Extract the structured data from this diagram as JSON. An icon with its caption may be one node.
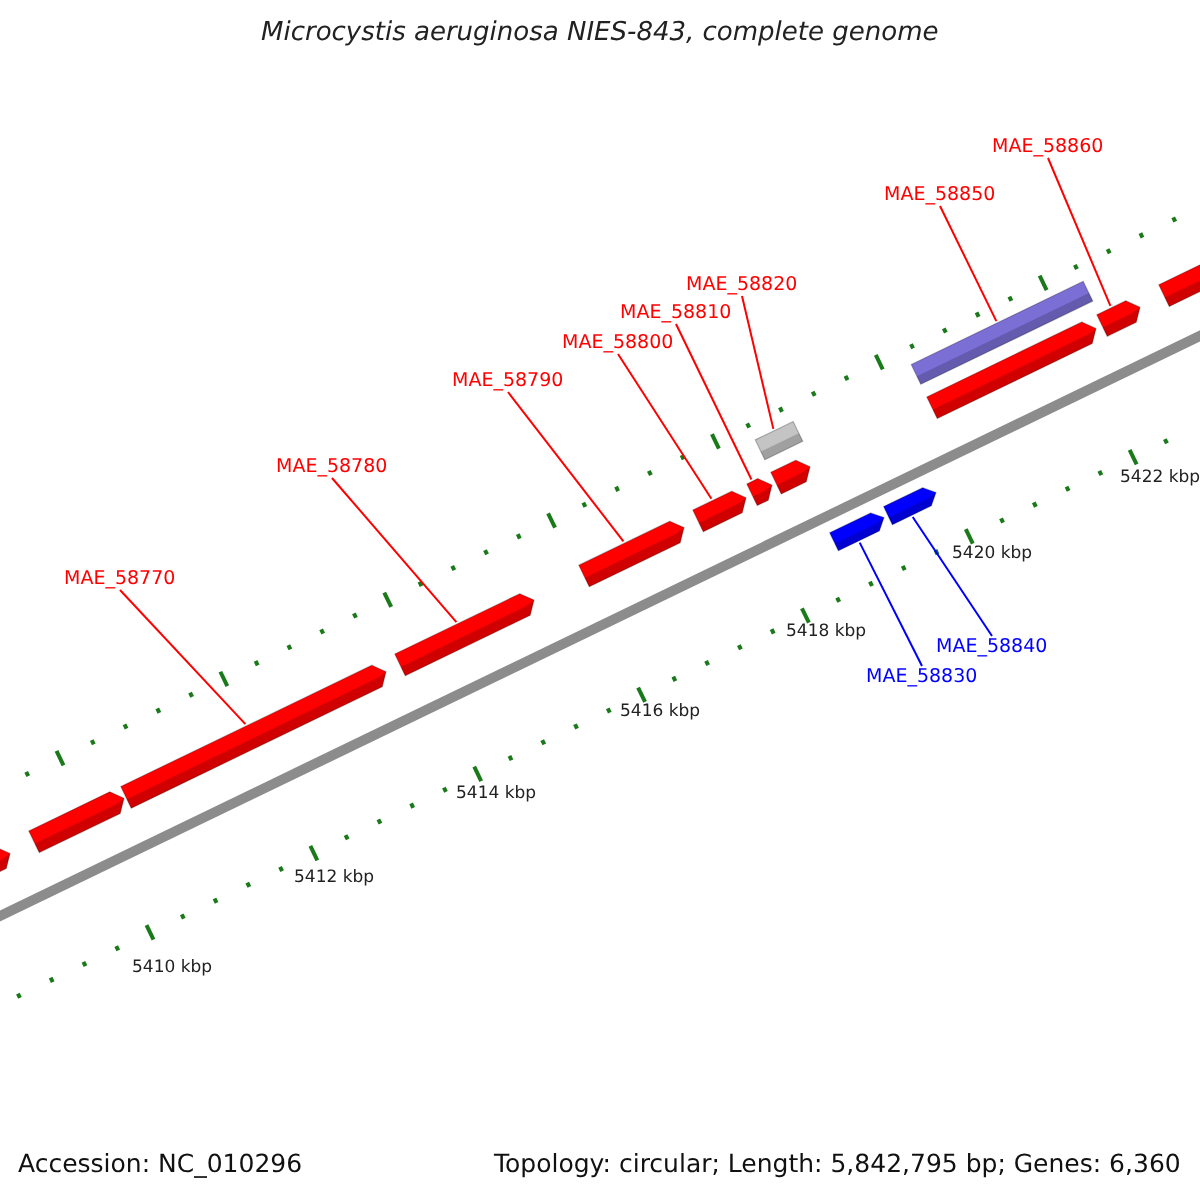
{
  "diagram": {
    "title": "Microcystis aeruginosa NIES-843, complete genome",
    "nodes": [
      {
        "text": [
          "MAE_58770"
        ]
      },
      {
        "text": [
          "MAE_58780"
        ]
      },
      {
        "text": [
          "MAE_58790"
        ]
      },
      {
        "text": [
          "MAE_58800"
        ]
      },
      {
        "text": [
          "MAE_58810"
        ]
      },
      {
        "text": [
          "MAE_58820"
        ]
      },
      {
        "text": [
          "MAE_58830"
        ]
      },
      {
        "text": [
          "MAE_58840"
        ]
      },
      {
        "text": [
          "MAE_58850"
        ]
      },
      {
        "text": [
          "MAE_58860"
        ]
      },
      {
        "text": [],
        "shape": "bar"
      },
      {
        "text": [],
        "shape": "bar"
      },
      {
        "text": [],
        "shape": "bar"
      },
      {
        "text": [],
        "shape": "bar"
      },
      {
        "text": [],
        "shape": "bar"
      },
      {
        "text": [],
        "shape": "bar"
      },
      {
        "text": [],
        "shape": "bar"
      },
      {
        "text": [],
        "shape": "bar"
      },
      {
        "text": [],
        "shape": "bar"
      },
      {
        "text": [],
        "shape": "bar"
      },
      {
        "text": [],
        "shape": "bar"
      },
      {
        "text": [],
        "shape": "bar"
      },
      {
        "text": [],
        "shape": "bar"
      },
      {
        "text": [],
        "shape": "bar"
      },
      {
        "text": [],
        "shape": "bar"
      }
    ],
    "edges": [
      {
        "from": 0,
        "to": 12,
        "arrow": "none"
      },
      {
        "from": 1,
        "to": 13,
        "arrow": "none"
      },
      {
        "from": 2,
        "to": 14,
        "arrow": "none"
      },
      {
        "from": 3,
        "to": 15,
        "arrow": "none"
      },
      {
        "from": 4,
        "to": 16,
        "arrow": "none"
      },
      {
        "from": 5,
        "to": 17,
        "arrow": "none"
      },
      {
        "from": 6,
        "to": 19,
        "arrow": "none",
        "color": "#0000ff"
      },
      {
        "from": 7,
        "to": 20,
        "arrow": "none",
        "color": "#0000ff"
      },
      {
        "from": 8,
        "to": 21,
        "arrow": "none"
      },
      {
        "from": 9,
        "to": 23,
        "arrow": "none"
      }
    ],
    "labels": [
      "5422 kbp",
      "5420 kbp",
      "5418 kbp",
      "5416 kbp",
      "5414 kbp",
      "5412 kbp",
      "5410 kbp",
      "Accession: NC_010296",
      "Topology: circular; Length: 5,842,795 bp; Genes: 6,360"
    ]
  }
}
